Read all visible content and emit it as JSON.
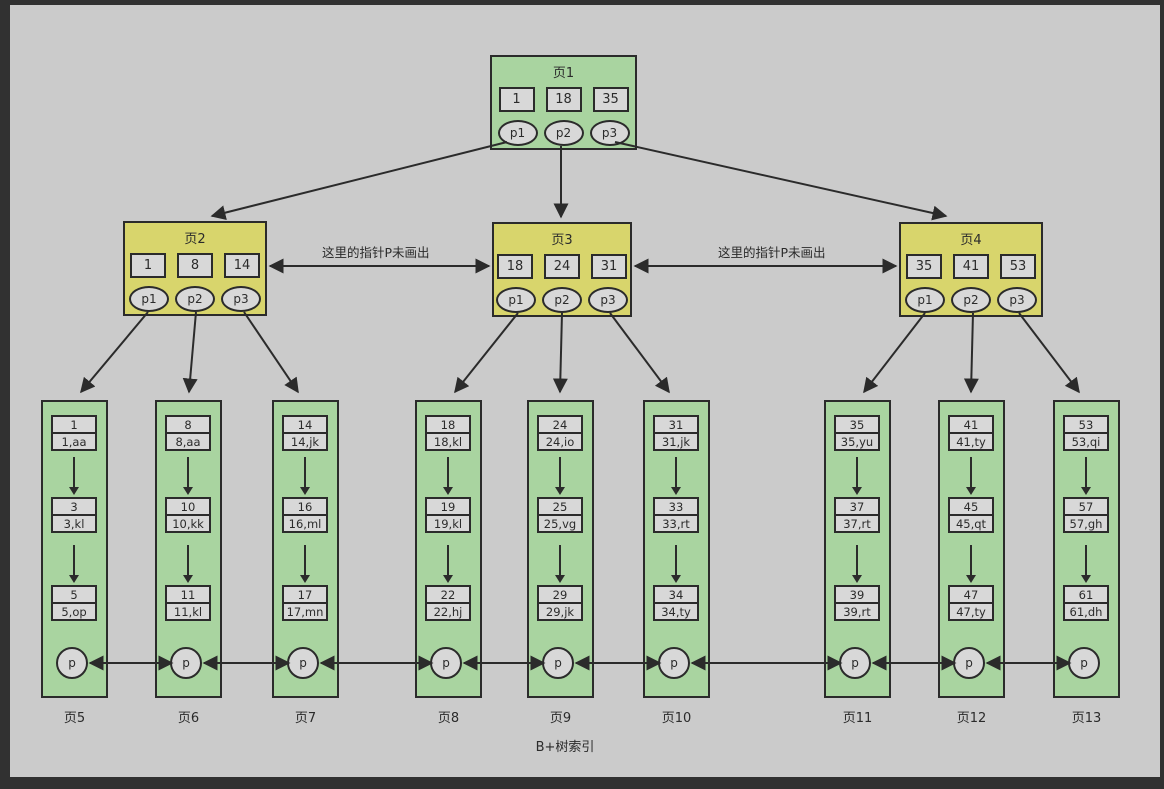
{
  "diagram": {
    "caption": "B+树索引",
    "pointer_note_left": "这里的指针P未画出",
    "pointer_note_right": "这里的指针P未画出"
  },
  "root": {
    "label": "页1",
    "keys": [
      "1",
      "18",
      "35"
    ],
    "pointers": [
      "p1",
      "p2",
      "p3"
    ]
  },
  "internal": [
    {
      "label": "页2",
      "keys": [
        "1",
        "8",
        "14"
      ],
      "pointers": [
        "p1",
        "p2",
        "p3"
      ]
    },
    {
      "label": "页3",
      "keys": [
        "18",
        "24",
        "31"
      ],
      "pointers": [
        "p1",
        "p2",
        "p3"
      ]
    },
    {
      "label": "页4",
      "keys": [
        "35",
        "41",
        "53"
      ],
      "pointers": [
        "p1",
        "p2",
        "p3"
      ]
    }
  ],
  "leaves": [
    {
      "label": "页5",
      "pointer": "p",
      "records": [
        {
          "key": "1",
          "value": "1,aa"
        },
        {
          "key": "3",
          "value": "3,kl"
        },
        {
          "key": "5",
          "value": "5,op"
        }
      ]
    },
    {
      "label": "页6",
      "pointer": "p",
      "records": [
        {
          "key": "8",
          "value": "8,aa"
        },
        {
          "key": "10",
          "value": "10,kk"
        },
        {
          "key": "11",
          "value": "11,kl"
        }
      ]
    },
    {
      "label": "页7",
      "pointer": "p",
      "records": [
        {
          "key": "14",
          "value": "14,jk"
        },
        {
          "key": "16",
          "value": "16,ml"
        },
        {
          "key": "17",
          "value": "17,mn"
        }
      ]
    },
    {
      "label": "页8",
      "pointer": "p",
      "records": [
        {
          "key": "18",
          "value": "18,kl"
        },
        {
          "key": "19",
          "value": "19,kl"
        },
        {
          "key": "22",
          "value": "22,hj"
        }
      ]
    },
    {
      "label": "页9",
      "pointer": "p",
      "records": [
        {
          "key": "24",
          "value": "24,io"
        },
        {
          "key": "25",
          "value": "25,vg"
        },
        {
          "key": "29",
          "value": "29,jk"
        }
      ]
    },
    {
      "label": "页10",
      "pointer": "p",
      "records": [
        {
          "key": "31",
          "value": "31,jk"
        },
        {
          "key": "33",
          "value": "33,rt"
        },
        {
          "key": "34",
          "value": "34,ty"
        }
      ]
    },
    {
      "label": "页11",
      "pointer": "p",
      "records": [
        {
          "key": "35",
          "value": "35,yu"
        },
        {
          "key": "37",
          "value": "37,rt"
        },
        {
          "key": "39",
          "value": "39,rt"
        }
      ]
    },
    {
      "label": "页12",
      "pointer": "p",
      "records": [
        {
          "key": "41",
          "value": "41,ty"
        },
        {
          "key": "45",
          "value": "45,qt"
        },
        {
          "key": "47",
          "value": "47,ty"
        }
      ]
    },
    {
      "label": "页13",
      "pointer": "p",
      "records": [
        {
          "key": "53",
          "value": "53,qi"
        },
        {
          "key": "57",
          "value": "57,gh"
        },
        {
          "key": "61",
          "value": "61,dh"
        }
      ]
    }
  ],
  "colors": {
    "leaf_green": "#a9d4a0",
    "internal_yellow": "#d8d56c",
    "cell_gray": "#d8d8d8",
    "line": "#2b2b2b",
    "background": "#cbcbcb",
    "frame": "#313131"
  }
}
